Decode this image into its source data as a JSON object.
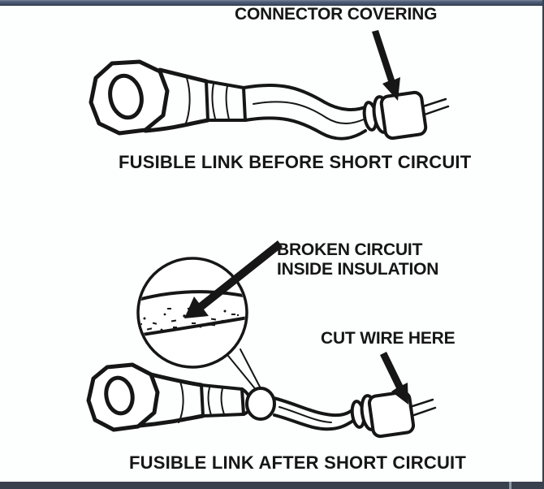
{
  "window": {
    "top_bar_color": "#4a5872",
    "bottom_bar_color": "#3a414e",
    "divider_color": "#8d9aa4",
    "background_color": "#ffffff",
    "ink_color": "#161616"
  },
  "figure_before": {
    "callout_connector": "CONNECTOR COVERING",
    "caption": "FUSIBLE LINK BEFORE SHORT CIRCUIT"
  },
  "figure_after": {
    "callout_broken_line1": "BROKEN CIRCUIT",
    "callout_broken_line2": "INSIDE INSULATION",
    "callout_cut": "CUT WIRE HERE",
    "caption": "FUSIBLE LINK AFTER SHORT CIRCUIT"
  }
}
